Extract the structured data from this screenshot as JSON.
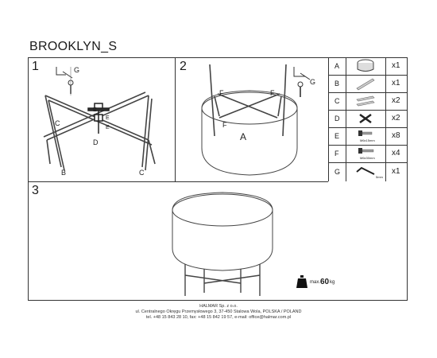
{
  "doc": {
    "title": "BROOKLYN_S"
  },
  "steps": [
    {
      "number": "1",
      "labels": {
        "g": "G",
        "c": "C",
        "e1": "E",
        "e2": "E",
        "e3": "E",
        "d": "D",
        "b": "B",
        "c2": "C"
      }
    },
    {
      "number": "2",
      "labels": {
        "g": "G",
        "f1": "F",
        "f2": "F",
        "f3": "F",
        "a": "A"
      }
    },
    {
      "number": "3",
      "weight": {
        "prefix": "max.",
        "value": "60",
        "unit": "kg"
      }
    }
  ],
  "parts": [
    {
      "letter": "A",
      "qty": "x1",
      "icon": "round-seat-icon"
    },
    {
      "letter": "B",
      "qty": "x1",
      "icon": "frame-bar-icon"
    },
    {
      "letter": "C",
      "qty": "x2",
      "icon": "frame-bar-pair-icon"
    },
    {
      "letter": "D",
      "qty": "x2",
      "icon": "cross-connector-icon"
    },
    {
      "letter": "E",
      "qty": "x8",
      "icon": "bolt-icon",
      "spec": "M6x15mm"
    },
    {
      "letter": "F",
      "qty": "x4",
      "icon": "screw-icon",
      "spec": "M6x30mm"
    },
    {
      "letter": "G",
      "qty": "x1",
      "icon": "allen-key-icon",
      "spec": "5mm"
    }
  ],
  "footer": {
    "line1": "HALMAR Sp. z o.o.",
    "line2": "ul. Centralnego Okręgu Przemysłowego 3, 37-450 Stalowa Wola, POLSKA / POLAND",
    "line3": "tel. +48 15 843 28 10, fax: +48 15 842 19 57, e-mail: office@halmar.com.pl"
  }
}
